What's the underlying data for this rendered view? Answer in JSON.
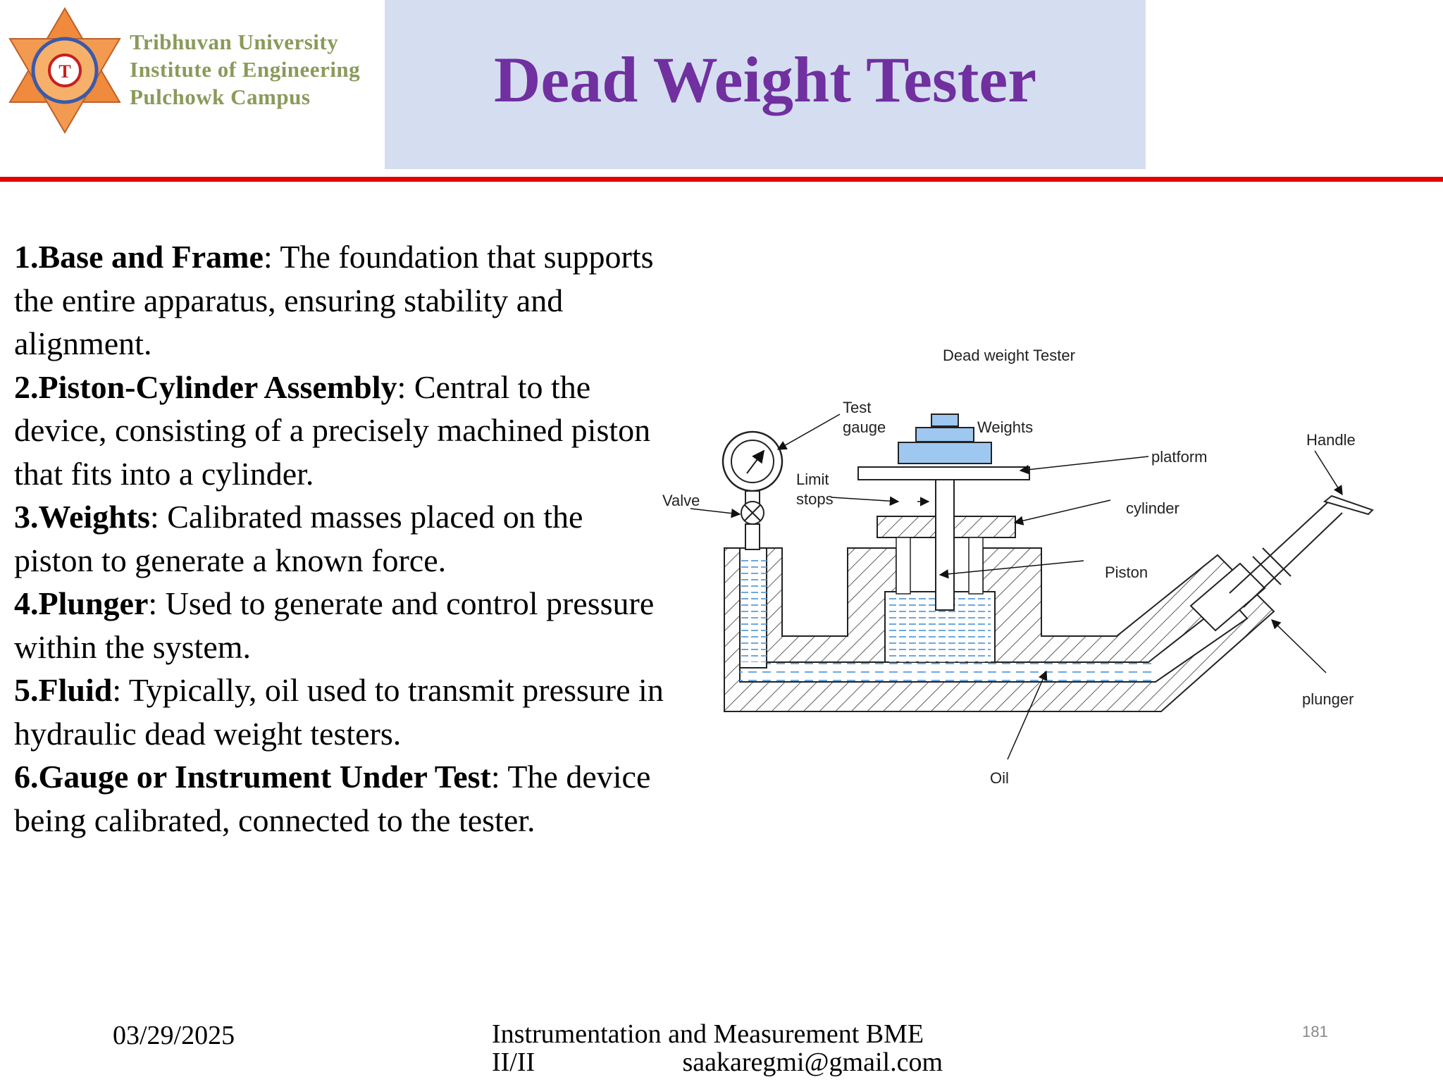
{
  "header": {
    "logo": {
      "lines": [
        "Tribhuvan University",
        "Institute of Engineering",
        "Pulchowk Campus"
      ]
    },
    "title": "Dead Weight Tester"
  },
  "content": {
    "items": [
      {
        "term": "1.Base and Frame",
        "desc": ": The foundation that supports the entire apparatus, ensuring stability and alignment."
      },
      {
        "term": "2.Piston-Cylinder Assembly",
        "desc": ": Central to the device, consisting of a precisely machined piston that fits into a cylinder."
      },
      {
        "term": "3.Weights",
        "desc": ": Calibrated masses placed on the piston to generate a known force."
      },
      {
        "term": "4.Plunger",
        "desc": ": Used to generate and control pressure within the system."
      },
      {
        "term": "5.Fluid",
        "desc": ": Typically, oil used to transmit pressure in hydraulic dead weight testers."
      },
      {
        "term": "6.Gauge or Instrument Under Test",
        "desc": ": The device being calibrated, connected to the tester."
      }
    ]
  },
  "diagram": {
    "title": "Dead weight Tester",
    "labels": {
      "test_gauge_1": "Test",
      "test_gauge_2": "gauge",
      "weights": "Weights",
      "platform": "platform",
      "handle": "Handle",
      "valve": "Valve",
      "limit_1": "Limit",
      "limit_2": "stops",
      "cylinder": "cylinder",
      "piston": "Piston",
      "plunger": "plunger",
      "oil": "Oil"
    }
  },
  "footer": {
    "date": "03/29/2025",
    "course_line1": "Instrumentation and Measurement BME",
    "course_line2a": "II/II",
    "course_line2b": "saakaregmi@gmail.com",
    "page": "181"
  },
  "colors": {
    "title": "#7030a0",
    "title_panel": "#d5def0",
    "rule": "#e00000",
    "weights_fill": "#9ec8f0",
    "oil": "#6fa8dc"
  }
}
